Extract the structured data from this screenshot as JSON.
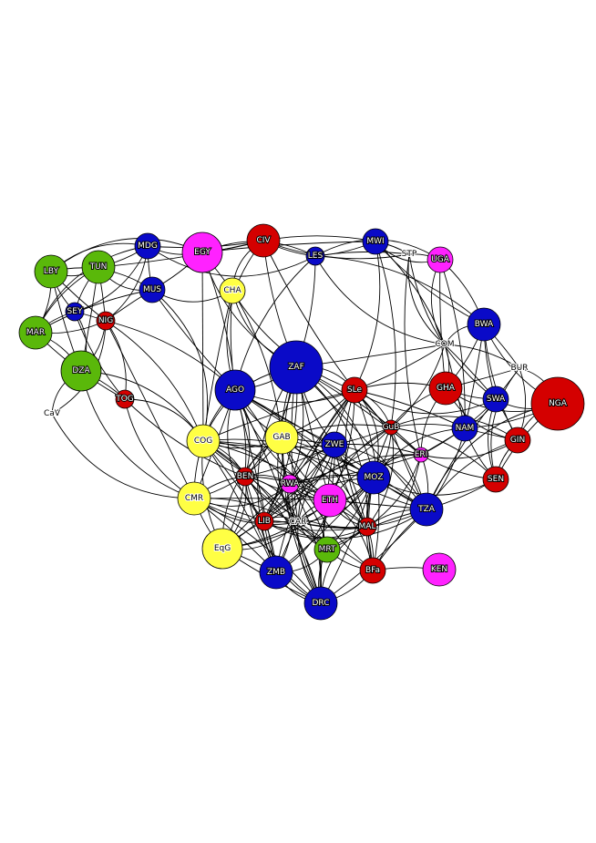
{
  "palette": {
    "green": "#5ab80a",
    "blue": "#0a0ac8",
    "red": "#d40000",
    "magenta": "#ff22ff",
    "yellow": "#ffff44",
    "white": "#ffffff"
  },
  "nodes": [
    {
      "id": "LBY",
      "label": "LBY",
      "color": "green",
      "size": 3
    },
    {
      "id": "TUN",
      "label": "TUN",
      "color": "green",
      "size": 3
    },
    {
      "id": "MAR",
      "label": "MAR",
      "color": "green",
      "size": 3
    },
    {
      "id": "DZA",
      "label": "DZA",
      "color": "green",
      "size": 4
    },
    {
      "id": "MRT",
      "label": "MRT",
      "color": "green",
      "size": 2
    },
    {
      "id": "MDG",
      "label": "MDG",
      "color": "blue",
      "size": 2
    },
    {
      "id": "MUS",
      "label": "MUS",
      "color": "blue",
      "size": 2
    },
    {
      "id": "SEY",
      "label": "SEY",
      "color": "blue",
      "size": 1
    },
    {
      "id": "LES",
      "label": "LES",
      "color": "blue",
      "size": 1
    },
    {
      "id": "MWI",
      "label": "MWI",
      "color": "blue",
      "size": 2
    },
    {
      "id": "BWA",
      "label": "BWA",
      "color": "blue",
      "size": 3
    },
    {
      "id": "SWA",
      "label": "SWA",
      "color": "blue",
      "size": 2
    },
    {
      "id": "NAM",
      "label": "NAM",
      "color": "blue",
      "size": 2
    },
    {
      "id": "AGO",
      "label": "AGO",
      "color": "blue",
      "size": 4
    },
    {
      "id": "ZAF",
      "label": "ZAF",
      "color": "blue",
      "size": 5
    },
    {
      "id": "ZWE",
      "label": "ZWE",
      "color": "blue",
      "size": 2
    },
    {
      "id": "MOZ",
      "label": "MOZ",
      "color": "blue",
      "size": 3
    },
    {
      "id": "TZA",
      "label": "TZA",
      "color": "blue",
      "size": 3
    },
    {
      "id": "ZMB",
      "label": "ZMB",
      "color": "blue",
      "size": 3
    },
    {
      "id": "DRC",
      "label": "DRC",
      "color": "blue",
      "size": 3
    },
    {
      "id": "CIV",
      "label": "CIV",
      "color": "red",
      "size": 3
    },
    {
      "id": "NIG",
      "label": "NIG",
      "color": "red",
      "size": 1
    },
    {
      "id": "TOG",
      "label": "TOG",
      "color": "red",
      "size": 1
    },
    {
      "id": "SLe",
      "label": "SLe",
      "color": "red",
      "size": 2
    },
    {
      "id": "GHA",
      "label": "GHA",
      "color": "red",
      "size": 3
    },
    {
      "id": "NGA",
      "label": "NGA",
      "color": "red",
      "size": 5
    },
    {
      "id": "GIN",
      "label": "GIN",
      "color": "red",
      "size": 2
    },
    {
      "id": "SEN",
      "label": "SEN",
      "color": "red",
      "size": 2
    },
    {
      "id": "GuB",
      "label": "GuB",
      "color": "red",
      "size": 0
    },
    {
      "id": "BEN",
      "label": "BEN",
      "color": "red",
      "size": 1
    },
    {
      "id": "LIB",
      "label": "LIB",
      "color": "red",
      "size": 1
    },
    {
      "id": "MAL",
      "label": "MAL",
      "color": "red",
      "size": 1
    },
    {
      "id": "BFa",
      "label": "BFa",
      "color": "red",
      "size": 2
    },
    {
      "id": "EGY",
      "label": "EGY",
      "color": "magenta",
      "size": 4
    },
    {
      "id": "UGA",
      "label": "UGA",
      "color": "magenta",
      "size": 2
    },
    {
      "id": "ERI",
      "label": "ERI",
      "color": "magenta",
      "size": 0
    },
    {
      "id": "RWA",
      "label": "RWA",
      "color": "magenta",
      "size": 1
    },
    {
      "id": "ETH",
      "label": "ETH",
      "color": "magenta",
      "size": 3
    },
    {
      "id": "KEN",
      "label": "KEN",
      "color": "magenta",
      "size": 3
    },
    {
      "id": "CHA",
      "label": "CHA",
      "color": "yellow",
      "size": 2
    },
    {
      "id": "COG",
      "label": "COG",
      "color": "yellow",
      "size": 3
    },
    {
      "id": "GAB",
      "label": "GAB",
      "color": "yellow",
      "size": 3
    },
    {
      "id": "CMR",
      "label": "CMR",
      "color": "yellow",
      "size": 3
    },
    {
      "id": "EqG",
      "label": "EqG",
      "color": "yellow",
      "size": 4
    },
    {
      "id": "STP",
      "label": "STP",
      "color": "white",
      "size": -1
    },
    {
      "id": "COM",
      "label": "COM",
      "color": "white",
      "size": -1
    },
    {
      "id": "BUR",
      "label": "BUR",
      "color": "yellow",
      "size": -1
    },
    {
      "id": "CaV",
      "label": "CaV",
      "color": "white",
      "size": -1
    },
    {
      "id": "CAR",
      "label": "CAR",
      "color": "white",
      "size": -1
    }
  ],
  "edges": [
    [
      "LBY",
      "TUN"
    ],
    [
      "LBY",
      "MAR"
    ],
    [
      "LBY",
      "DZA"
    ],
    [
      "LBY",
      "MDG"
    ],
    [
      "LBY",
      "SEY"
    ],
    [
      "LBY",
      "NIG"
    ],
    [
      "LBY",
      "EGY"
    ],
    [
      "LBY",
      "MUS"
    ],
    [
      "TUN",
      "MAR"
    ],
    [
      "TUN",
      "DZA"
    ],
    [
      "TUN",
      "MDG"
    ],
    [
      "TUN",
      "CIV"
    ],
    [
      "TUN",
      "MUS"
    ],
    [
      "TUN",
      "SEY"
    ],
    [
      "TUN",
      "NIG"
    ],
    [
      "MAR",
      "DZA"
    ],
    [
      "MAR",
      "SEY"
    ],
    [
      "MAR",
      "NIG"
    ],
    [
      "MAR",
      "MDG"
    ],
    [
      "MAR",
      "MUS"
    ],
    [
      "MAR",
      "TOG"
    ],
    [
      "DZA",
      "CaV"
    ],
    [
      "DZA",
      "COG"
    ],
    [
      "DZA",
      "NIG"
    ],
    [
      "DZA",
      "SEY"
    ],
    [
      "DZA",
      "TOG"
    ],
    [
      "DZA",
      "CMR"
    ],
    [
      "CaV",
      "CMR"
    ],
    [
      "CaV",
      "NIG"
    ],
    [
      "MDG",
      "CIV"
    ],
    [
      "MDG",
      "EGY"
    ],
    [
      "MDG",
      "MUS"
    ],
    [
      "MDG",
      "LES"
    ],
    [
      "MDG",
      "SEY"
    ],
    [
      "MDG",
      "NIG"
    ],
    [
      "MUS",
      "AGO"
    ],
    [
      "MUS",
      "COG"
    ],
    [
      "MUS",
      "CHA"
    ],
    [
      "MUS",
      "NIG"
    ],
    [
      "MUS",
      "EGY"
    ],
    [
      "EGY",
      "CIV"
    ],
    [
      "EGY",
      "LES"
    ],
    [
      "EGY",
      "AGO"
    ],
    [
      "EGY",
      "CHA"
    ],
    [
      "EGY",
      "ZAF"
    ],
    [
      "EGY",
      "COG"
    ],
    [
      "EGY",
      "MWI"
    ],
    [
      "CIV",
      "LES"
    ],
    [
      "CIV",
      "MWI"
    ],
    [
      "CIV",
      "CHA"
    ],
    [
      "CIV",
      "ZAF"
    ],
    [
      "CIV",
      "SLe"
    ],
    [
      "CIV",
      "AGO"
    ],
    [
      "CIV",
      "STP"
    ],
    [
      "LES",
      "MWI"
    ],
    [
      "LES",
      "STP"
    ],
    [
      "LES",
      "UGA"
    ],
    [
      "LES",
      "ZAF"
    ],
    [
      "LES",
      "BWA"
    ],
    [
      "LES",
      "AGO"
    ],
    [
      "LES",
      "COM"
    ],
    [
      "MWI",
      "STP"
    ],
    [
      "MWI",
      "UGA"
    ],
    [
      "MWI",
      "BWA"
    ],
    [
      "MWI",
      "SLe"
    ],
    [
      "MWI",
      "GuB"
    ],
    [
      "MWI",
      "COM"
    ],
    [
      "STP",
      "UGA"
    ],
    [
      "STP",
      "COM"
    ],
    [
      "STP",
      "SWA"
    ],
    [
      "STP",
      "ERI"
    ],
    [
      "UGA",
      "BWA"
    ],
    [
      "UGA",
      "COM"
    ],
    [
      "UGA",
      "GHA"
    ],
    [
      "UGA",
      "NAM"
    ],
    [
      "CHA",
      "AGO"
    ],
    [
      "CHA",
      "ZAF"
    ],
    [
      "CHA",
      "GAB"
    ],
    [
      "CHA",
      "COG"
    ],
    [
      "CHA",
      "SLe"
    ],
    [
      "SEY",
      "NIG"
    ],
    [
      "SEY",
      "TOG"
    ],
    [
      "NIG",
      "TOG"
    ],
    [
      "NIG",
      "COG"
    ],
    [
      "NIG",
      "CMR"
    ],
    [
      "NIG",
      "AGO"
    ],
    [
      "TOG",
      "COG"
    ],
    [
      "TOG",
      "CMR"
    ],
    [
      "TOG",
      "BEN"
    ],
    [
      "BWA",
      "COM"
    ],
    [
      "BWA",
      "BUR"
    ],
    [
      "BWA",
      "NGA"
    ],
    [
      "BWA",
      "SWA"
    ],
    [
      "BWA",
      "GHA"
    ],
    [
      "BWA",
      "NAM"
    ],
    [
      "BWA",
      "GIN"
    ],
    [
      "COM",
      "BUR"
    ],
    [
      "COM",
      "SLe"
    ],
    [
      "COM",
      "GHA"
    ],
    [
      "COM",
      "SWA"
    ],
    [
      "COM",
      "NAM"
    ],
    [
      "COM",
      "ZAF"
    ],
    [
      "COM",
      "GuB"
    ],
    [
      "BUR",
      "NGA"
    ],
    [
      "BUR",
      "SWA"
    ],
    [
      "BUR",
      "GIN"
    ],
    [
      "BUR",
      "SEN"
    ],
    [
      "BUR",
      "GHA"
    ],
    [
      "NGA",
      "SWA"
    ],
    [
      "NGA",
      "GIN"
    ],
    [
      "NGA",
      "SEN"
    ],
    [
      "NGA",
      "GHA"
    ],
    [
      "NGA",
      "NAM"
    ],
    [
      "NGA",
      "TZA"
    ],
    [
      "GHA",
      "SWA"
    ],
    [
      "GHA",
      "NAM"
    ],
    [
      "GHA",
      "GIN"
    ],
    [
      "GHA",
      "GuB"
    ],
    [
      "GHA",
      "ERI"
    ],
    [
      "GHA",
      "SLe"
    ],
    [
      "SWA",
      "NAM"
    ],
    [
      "SWA",
      "GIN"
    ],
    [
      "SWA",
      "SEN"
    ],
    [
      "SWA",
      "ERI"
    ],
    [
      "SWA",
      "TZA"
    ],
    [
      "NAM",
      "GIN"
    ],
    [
      "NAM",
      "ERI"
    ],
    [
      "NAM",
      "GuB"
    ],
    [
      "NAM",
      "TZA"
    ],
    [
      "NAM",
      "MOZ"
    ],
    [
      "NAM",
      "SEN"
    ],
    [
      "GIN",
      "SEN"
    ],
    [
      "GIN",
      "ERI"
    ],
    [
      "GIN",
      "TZA"
    ],
    [
      "GIN",
      "GuB"
    ],
    [
      "SEN",
      "TZA"
    ],
    [
      "SEN",
      "ERI"
    ],
    [
      "SEN",
      "MOZ"
    ],
    [
      "AGO",
      "ZAF"
    ],
    [
      "AGO",
      "COG"
    ],
    [
      "AGO",
      "GAB"
    ],
    [
      "AGO",
      "SLe"
    ],
    [
      "AGO",
      "CMR"
    ],
    [
      "AGO",
      "ZWE"
    ],
    [
      "AGO",
      "BEN"
    ],
    [
      "AGO",
      "RWA"
    ],
    [
      "AGO",
      "ETH"
    ],
    [
      "AGO",
      "LIB"
    ],
    [
      "AGO",
      "EqG"
    ],
    [
      "AGO",
      "DRC"
    ],
    [
      "AGO",
      "ZMB"
    ],
    [
      "ZAF",
      "SLe"
    ],
    [
      "ZAF",
      "GAB"
    ],
    [
      "ZAF",
      "ZWE"
    ],
    [
      "ZAF",
      "COG"
    ],
    [
      "ZAF",
      "MOZ"
    ],
    [
      "ZAF",
      "GuB"
    ],
    [
      "ZAF",
      "ETH"
    ],
    [
      "ZAF",
      "RWA"
    ],
    [
      "ZAF",
      "TZA"
    ],
    [
      "ZAF",
      "BEN"
    ],
    [
      "ZAF",
      "CAR"
    ],
    [
      "ZAF",
      "MAL"
    ],
    [
      "ZAF",
      "ERI"
    ],
    [
      "ZAF",
      "DRC"
    ],
    [
      "SLe",
      "GuB"
    ],
    [
      "SLe",
      "ZWE"
    ],
    [
      "SLe",
      "GAB"
    ],
    [
      "SLe",
      "MOZ"
    ],
    [
      "SLe",
      "ERI"
    ],
    [
      "SLe",
      "ETH"
    ],
    [
      "SLe",
      "TZA"
    ],
    [
      "SLe",
      "NAM"
    ],
    [
      "SLe",
      "COG"
    ],
    [
      "SLe",
      "MAL"
    ],
    [
      "SLe",
      "BFa"
    ],
    [
      "SLe",
      "RWA"
    ],
    [
      "SLe",
      "SWA"
    ],
    [
      "GuB",
      "ERI"
    ],
    [
      "GuB",
      "MOZ"
    ],
    [
      "GuB",
      "ZWE"
    ],
    [
      "GuB",
      "TZA"
    ],
    [
      "GuB",
      "ETH"
    ],
    [
      "GuB",
      "MAL"
    ],
    [
      "GuB",
      "SEN"
    ],
    [
      "GuB",
      "BFa"
    ],
    [
      "GuB",
      "GAB"
    ],
    [
      "ERI",
      "MOZ"
    ],
    [
      "ERI",
      "TZA"
    ],
    [
      "ERI",
      "ETH"
    ],
    [
      "ERI",
      "ZWE"
    ],
    [
      "ERI",
      "MAL"
    ],
    [
      "ERI",
      "BFa"
    ],
    [
      "COG",
      "GAB"
    ],
    [
      "COG",
      "CMR"
    ],
    [
      "COG",
      "BEN"
    ],
    [
      "COG",
      "ZWE"
    ],
    [
      "COG",
      "RWA"
    ],
    [
      "COG",
      "EqG"
    ],
    [
      "COG",
      "LIB"
    ],
    [
      "COG",
      "ETH"
    ],
    [
      "COG",
      "ZMB"
    ],
    [
      "COG",
      "MOZ"
    ],
    [
      "COG",
      "DRC"
    ],
    [
      "COG",
      "CAR"
    ],
    [
      "GAB",
      "ZWE"
    ],
    [
      "GAB",
      "BEN"
    ],
    [
      "GAB",
      "RWA"
    ],
    [
      "GAB",
      "ETH"
    ],
    [
      "GAB",
      "MOZ"
    ],
    [
      "GAB",
      "CMR"
    ],
    [
      "GAB",
      "LIB"
    ],
    [
      "GAB",
      "CAR"
    ],
    [
      "GAB",
      "MAL"
    ],
    [
      "GAB",
      "EqG"
    ],
    [
      "GAB",
      "DRC"
    ],
    [
      "ZWE",
      "MOZ"
    ],
    [
      "ZWE",
      "ETH"
    ],
    [
      "ZWE",
      "RWA"
    ],
    [
      "ZWE",
      "BEN"
    ],
    [
      "ZWE",
      "TZA"
    ],
    [
      "ZWE",
      "MAL"
    ],
    [
      "ZWE",
      "LIB"
    ],
    [
      "ZWE",
      "CAR"
    ],
    [
      "ZWE",
      "BFa"
    ],
    [
      "ZWE",
      "DRC"
    ],
    [
      "ZWE",
      "ZMB"
    ],
    [
      "MOZ",
      "ETH"
    ],
    [
      "MOZ",
      "TZA"
    ],
    [
      "MOZ",
      "MAL"
    ],
    [
      "MOZ",
      "RWA"
    ],
    [
      "MOZ",
      "BFa"
    ],
    [
      "MOZ",
      "CAR"
    ],
    [
      "MOZ",
      "LIB"
    ],
    [
      "MOZ",
      "MRT"
    ],
    [
      "MOZ",
      "DRC"
    ],
    [
      "CMR",
      "BEN"
    ],
    [
      "CMR",
      "RWA"
    ],
    [
      "CMR",
      "EqG"
    ],
    [
      "CMR",
      "LIB"
    ],
    [
      "CMR",
      "ZMB"
    ],
    [
      "CMR",
      "CAR"
    ],
    [
      "CMR",
      "ETH"
    ],
    [
      "CMR",
      "DRC"
    ],
    [
      "BEN",
      "RWA"
    ],
    [
      "BEN",
      "ETH"
    ],
    [
      "BEN",
      "LIB"
    ],
    [
      "BEN",
      "CAR"
    ],
    [
      "BEN",
      "EqG"
    ],
    [
      "BEN",
      "ZMB"
    ],
    [
      "BEN",
      "MRT"
    ],
    [
      "BEN",
      "MAL"
    ],
    [
      "RWA",
      "ETH"
    ],
    [
      "RWA",
      "LIB"
    ],
    [
      "RWA",
      "CAR"
    ],
    [
      "RWA",
      "MRT"
    ],
    [
      "RWA",
      "ZMB"
    ],
    [
      "RWA",
      "DRC"
    ],
    [
      "RWA",
      "MAL"
    ],
    [
      "RWA",
      "EqG"
    ],
    [
      "ETH",
      "TZA"
    ],
    [
      "ETH",
      "MAL"
    ],
    [
      "ETH",
      "CAR"
    ],
    [
      "ETH",
      "LIB"
    ],
    [
      "ETH",
      "MRT"
    ],
    [
      "ETH",
      "BFa"
    ],
    [
      "ETH",
      "DRC"
    ],
    [
      "ETH",
      "ZMB"
    ],
    [
      "TZA",
      "MAL"
    ],
    [
      "TZA",
      "BFa"
    ],
    [
      "TZA",
      "MRT"
    ],
    [
      "TZA",
      "CAR"
    ],
    [
      "LIB",
      "CAR"
    ],
    [
      "LIB",
      "EqG"
    ],
    [
      "LIB",
      "ZMB"
    ],
    [
      "LIB",
      "MRT"
    ],
    [
      "LIB",
      "DRC"
    ],
    [
      "LIB",
      "MAL"
    ],
    [
      "CAR",
      "MAL"
    ],
    [
      "CAR",
      "MRT"
    ],
    [
      "CAR",
      "ZMB"
    ],
    [
      "CAR",
      "DRC"
    ],
    [
      "CAR",
      "EqG"
    ],
    [
      "CAR",
      "BFa"
    ],
    [
      "MAL",
      "MRT"
    ],
    [
      "MAL",
      "BFa"
    ],
    [
      "MAL",
      "DRC"
    ],
    [
      "EqG",
      "ZMB"
    ],
    [
      "EqG",
      "DRC"
    ],
    [
      "ZMB",
      "DRC"
    ],
    [
      "ZMB",
      "MRT"
    ],
    [
      "MRT",
      "DRC"
    ],
    [
      "MRT",
      "BFa"
    ],
    [
      "BFa",
      "DRC"
    ],
    [
      "BFa",
      "KEN"
    ],
    [
      "AGO",
      "MOZ"
    ],
    [
      "AGO",
      "TZA"
    ],
    [
      "AGO",
      "MAL"
    ],
    [
      "ZAF",
      "LIB"
    ],
    [
      "ZAF",
      "ZMB"
    ],
    [
      "SLe",
      "LIB"
    ],
    [
      "SLe",
      "CAR"
    ],
    [
      "GuB",
      "LIB"
    ],
    [
      "GuB",
      "RWA"
    ],
    [
      "ERI",
      "RWA"
    ],
    [
      "ERI",
      "LIB"
    ],
    [
      "COG",
      "MAL"
    ],
    [
      "COG",
      "TZA"
    ],
    [
      "GAB",
      "TZA"
    ],
    [
      "GAB",
      "BFa"
    ],
    [
      "ZWE",
      "EqG"
    ],
    [
      "MOZ",
      "EqG"
    ],
    [
      "MOZ",
      "ZMB"
    ],
    [
      "ETH",
      "EqG"
    ],
    [
      "TZA",
      "DRC"
    ],
    [
      "TZA",
      "LIB"
    ],
    [
      "CMR",
      "MAL"
    ],
    [
      "CMR",
      "MRT"
    ],
    [
      "BEN",
      "DRC"
    ]
  ]
}
